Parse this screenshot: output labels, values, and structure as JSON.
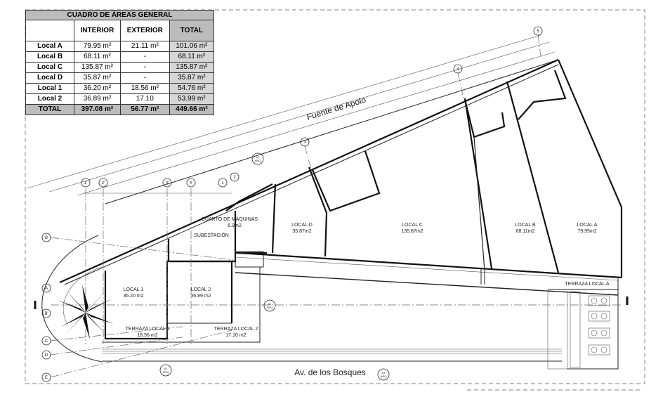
{
  "table": {
    "title": "CUADRO DE ÁREAS GENERAL",
    "headers": [
      "",
      "INTERIOR",
      "EXTERIOR",
      "TOTAL"
    ],
    "rows": [
      {
        "name": "Local A",
        "interior": "79.95 m²",
        "exterior": "21.11 m²",
        "total": "101.06 m²"
      },
      {
        "name": "Local B",
        "interior": "68.11 m²",
        "exterior": "-",
        "total": "68.11 m²"
      },
      {
        "name": "Local C",
        "interior": "135.87 m²",
        "exterior": "-",
        "total": "135.87 m²"
      },
      {
        "name": "Local D",
        "interior": "35.87 m²",
        "exterior": "-",
        "total": "35.87 m²"
      },
      {
        "name": "Local 1",
        "interior": "36.20 m²",
        "exterior": "18.56 m²",
        "total": "54.76 m²"
      },
      {
        "name": "Local 2",
        "interior": "36.89 m²",
        "exterior": "17.10",
        "total": "53.99 m²"
      }
    ],
    "total_row": {
      "name": "TOTAL",
      "interior": "397.08 m²",
      "exterior": "56.77 m²",
      "total": "449.66 m²"
    }
  },
  "streets": {
    "top": "Fuente de Apolo",
    "bottom": "Av. de los Bosques"
  },
  "rooms": {
    "local_a": {
      "name": "LOCAL A",
      "area": "79.95m2"
    },
    "local_b": {
      "name": "LOCAL B",
      "area": "68.11m2"
    },
    "local_c": {
      "name": "LOCAL C",
      "area": "135.87m2"
    },
    "local_d": {
      "name": "LOCAL D",
      "area": "35.87m2"
    },
    "local_1": {
      "name": "LOCAL 1",
      "area": "36.20 m2"
    },
    "local_2": {
      "name": "LOCAL 2",
      "area": "36.89 m2"
    },
    "terraza_local_1": {
      "name": "TERRAZA LOCAL 1",
      "area": "18.56 m2"
    },
    "terraza_local_2": {
      "name": "TERRAZA LOCAL 2",
      "area": "17.10 m2"
    },
    "terraza_local_a": {
      "name": "TERRAZA LOCAL A"
    },
    "cuarto_maquinas": {
      "name": "CUARTO DE MAQUINAS",
      "area": "6.9m2"
    },
    "subestacion": {
      "name": "SUBESTACIÓN"
    }
  },
  "axes": {
    "numbers": [
      "1'",
      "2'",
      "3'",
      "4'",
      "1",
      "2",
      "3",
      "4",
      "5"
    ],
    "letters": [
      "A",
      "B",
      "C",
      "D",
      "E",
      "B'"
    ]
  },
  "section_marks": {
    "top": "A1\nARQ",
    "bottom_left": "A1\nARQ",
    "bottom_right": "A1\nARQ",
    "mid": "A1\nARQ"
  }
}
